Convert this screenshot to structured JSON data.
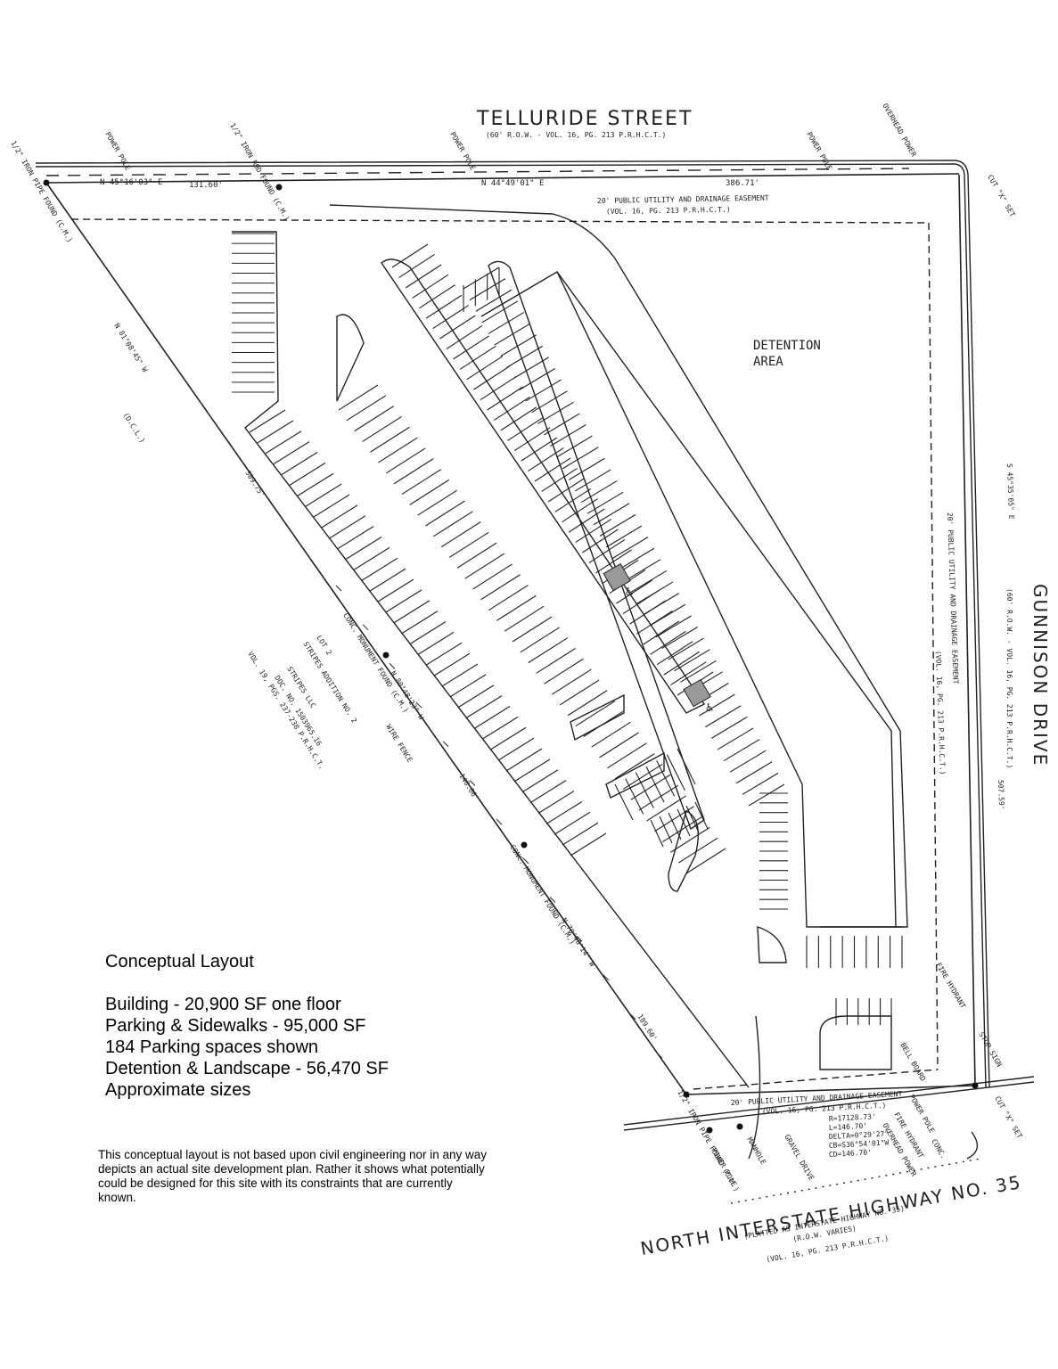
{
  "streets": {
    "top": {
      "name": "TELLURIDE STREET",
      "sub": "(60' R.O.W. - VOL. 16, PG. 213 P.R.H.C.T.)"
    },
    "right": {
      "name": "GUNNISON DRIVE",
      "sub": "(60' R.O.W. - VOL. 16, PG. 213 P.R.H.C.T.)"
    },
    "bottom": {
      "name": "NORTH INTERSTATE HIGHWAY NO. 35",
      "sub1": "(PLATTED AS INTERSTATE HIGHWAY NO. 35)",
      "sub2": "(R.O.W. VARIES)",
      "sub3": "(VOL. 16, PG. 213 P.R.H.C.T.)"
    }
  },
  "labels": {
    "power_pole": "POWER POLE",
    "iron_rod": "1/2\" IRON ROD FOUND (C.M.)",
    "iron_pipe": "1/2\" IRON PIPE FOUND (C.M.)",
    "overhead_power": "OVERHEAD POWER",
    "cut_x_set": "CUT \"X\" SET",
    "bearing_top_left": "N 45°16'03\" E",
    "dist_top_left": "131.60'",
    "bearing_top_right": "N 44°49'01\" E",
    "dist_top_right": "386.71'",
    "easement_top": "20' PUBLIC UTILITY AND DRAINAGE EASEMENT",
    "easement_top_ref": "(VOL. 16, PG. 213 P.R.H.C.T.)",
    "detention_1": "DETENTION",
    "detention_2": "AREA",
    "bearing_left": "N 81°08'45\" W",
    "dcl": "(D.C.L.)",
    "dist_left": "309.75'",
    "bearing_right": "S 45°35'05\" E",
    "dist_right": "507.59'",
    "easement_right": "20' PUBLIC UTILITY AND DRAINAGE EASEMENT",
    "easement_right_ref": "(VOL. 16, PG. 213 P.R.H.C.T.)",
    "monument_1": "CONC. MONUMENT FOUND (C.M.)",
    "bearing_mid": "N 80°48'23\" W",
    "dist_mid": "148.66'",
    "wire_fence": "WIRE FENCE",
    "lot_1": "LOT 2",
    "lot_2": "STRIPES ADDITION NO. 2",
    "lot_3": "VOL. 19, PGS. 237-238 P.R.H.C.T.",
    "lot_4": "STRIPES LLC",
    "lot_5": "DOC. NO. 1503965.16",
    "monument_2": "CONC. MONUMENT FOUND (C.M.)",
    "bearing_lower": "N 78°40'14\" W",
    "dist_lower": "189.60'",
    "fire_hydrant": "FIRE HYDRANT",
    "stop_sign": "STOP SIGN",
    "bell_board": "BELL BOARD",
    "easement_bottom": "20' PUBLIC UTILITY AND DRAINAGE EASEMENT",
    "easement_bottom_ref": "(VOL. 16, PG. 213 P.R.H.C.T.)",
    "curve_r": "R=17128.73'",
    "curve_l": "L=146.70'",
    "curve_delta": "DELTA=0°29'27\"",
    "curve_cb": "CB=S36°54'01\"W",
    "curve_cd": "CD=146.70'",
    "manhole": "MANHOLE",
    "gravel_drive": "GRAVEL DRIVE",
    "conc": "CONC.",
    "cut_x_set_2": "CUT \"X\" SET"
  },
  "notes": {
    "title": "Conceptual Layout",
    "lines": [
      "Building - 20,900 SF one floor",
      "Parking & Sidewalks - 95,000 SF",
      "184 Parking spaces shown",
      "Detention & Landscape - 56,470 SF",
      "Approximate sizes"
    ],
    "disclaimer": "This conceptual layout is not based upon civil engineering nor in any way depicts an actual site development plan.  Rather it shows what potentially could be designed for this site with its constraints that are currently known."
  }
}
